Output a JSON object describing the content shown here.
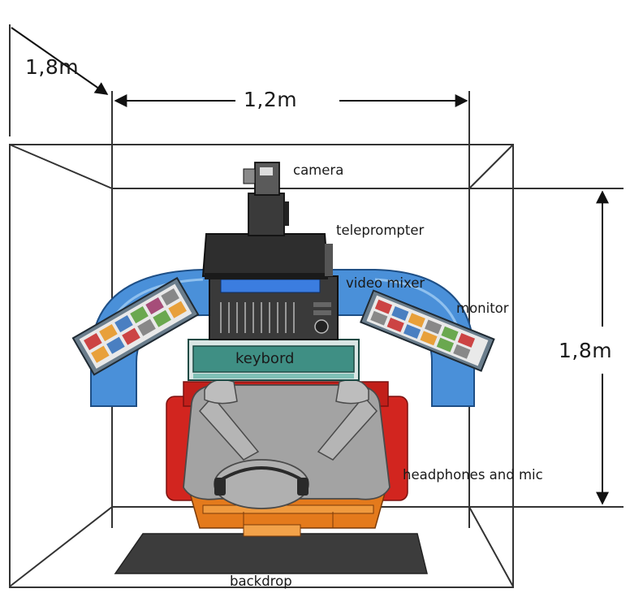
{
  "dimensions": {
    "depth": "1,8m",
    "width": "1,2m",
    "height": "1,8m"
  },
  "labels": {
    "camera": "camera",
    "teleprompter": "teleprompter",
    "video_mixer": "video mixer",
    "monitor": "monitor",
    "keyboard": "keybord",
    "headphones_mic": "headphones and mic",
    "backdrop": "backdrop"
  },
  "colors": {
    "desk_blue": "#4a90d9",
    "chair_red": "#d2251f",
    "chair_orange": "#e47a1c",
    "keyboard_teal": "#3f8f84",
    "figure_grey": "#9e9e9e",
    "equipment_dark": "#2e2e2e",
    "mixer_screen": "#3b7de0",
    "backdrop_dark": "#3c3c3c"
  }
}
